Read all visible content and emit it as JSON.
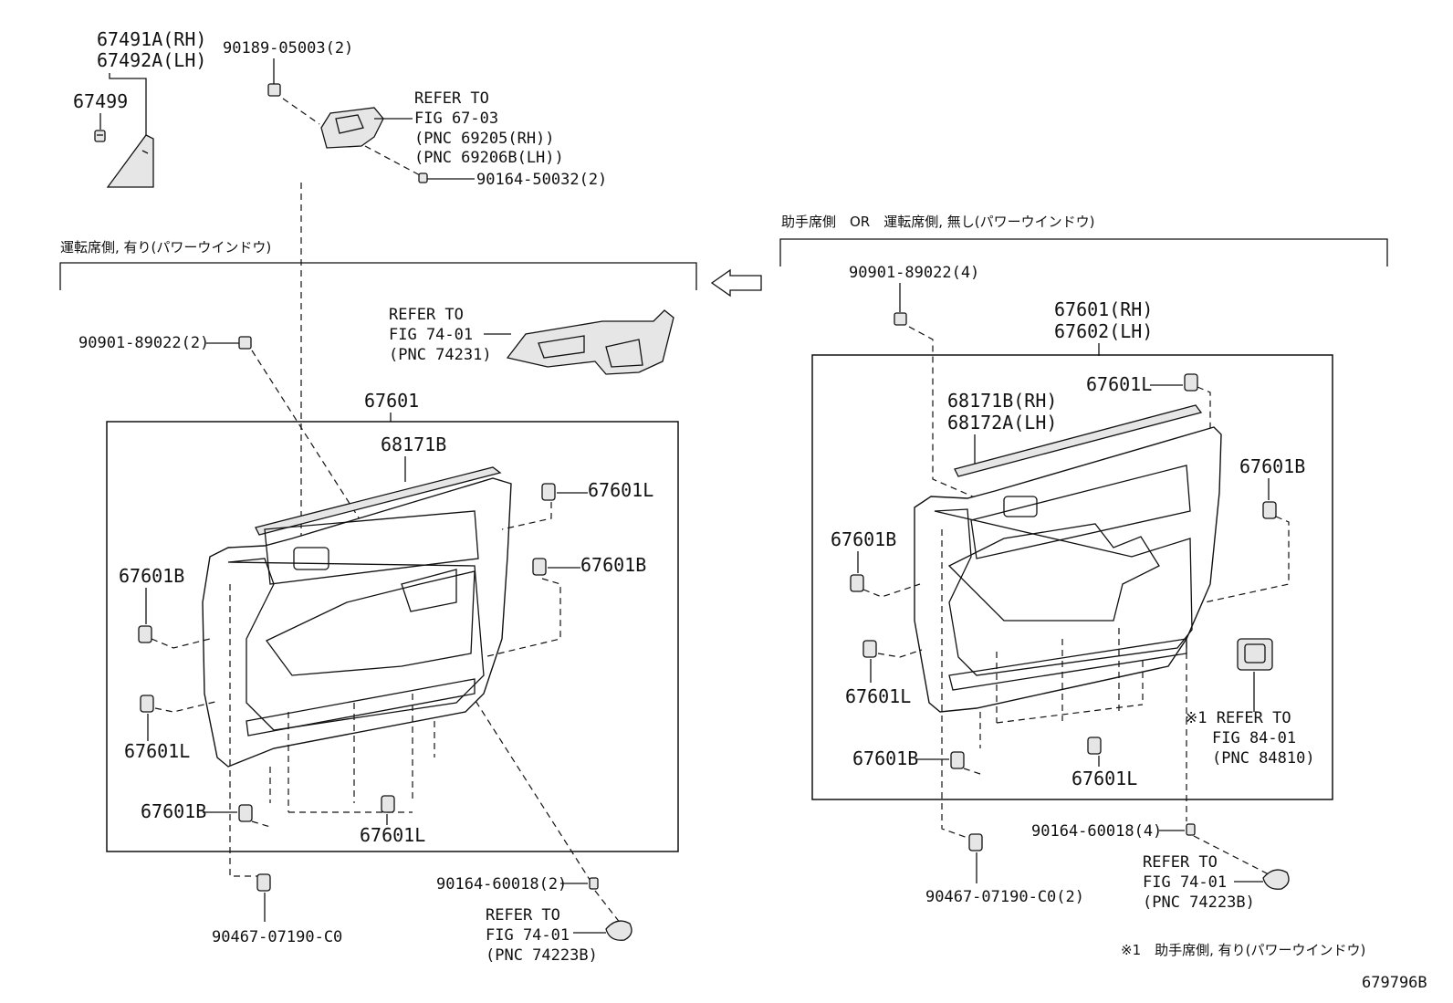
{
  "diagram_id": "679796B",
  "headings": {
    "left_bracket": "運転席側, 有り(パワーウインドウ)",
    "right_bracket": "助手席側　OR　運転席側, 無し(パワーウインドウ)",
    "footnote": "※1　助手席側, 有り(パワーウインドウ)"
  },
  "top_parts": {
    "p67491": "67491A(RH)",
    "p67492": "67492A(LH)",
    "p67499": "67499",
    "p90189": "90189-05003(2)",
    "p90164_50032": "90164-50032(2)",
    "refer_fig67": [
      "REFER TO",
      "FIG 67-03",
      "(PNC 69205(RH))",
      "(PNC 69206B(LH))"
    ]
  },
  "left_panel": {
    "clip_90901": "90901-89022(2)",
    "refer_fig74_01a": [
      "REFER TO",
      "FIG 74-01",
      "(PNC 74231)"
    ],
    "p67601": "67601",
    "p68171b": "68171B",
    "l67601l_a": "67601L",
    "l67601b_a": "67601B",
    "l67601b_b": "67601B",
    "l67601l_b": "67601L",
    "l67601b_c": "67601B",
    "l67601l_c": "67601L",
    "p90467": "90467-07190-C0",
    "p90164_60018": "90164-60018(2)",
    "refer_fig74_01b": [
      "REFER TO",
      "FIG 74-01",
      "(PNC 74223B)"
    ]
  },
  "right_panel": {
    "clip_90901": "90901-89022(4)",
    "p67601rh": "67601(RH)",
    "p67602lh": "67602(LH)",
    "p68171brh": "68171B(RH)",
    "p68172alh": "68172A(LH)",
    "r67601l_a": "67601L",
    "r67601b_a": "67601B",
    "r67601b_b": "67601B",
    "r67601l_b": "67601L",
    "r67601b_c": "67601B",
    "r67601l_c": "67601L",
    "refer_fig84": [
      "※1 REFER TO",
      "FIG 84-01",
      "(PNC 84810)"
    ],
    "p90164_60018": "90164-60018(4)",
    "p90467": "90467-07190-C0(2)",
    "refer_fig74_01c": [
      "REFER TO",
      "FIG 74-01",
      "(PNC 74223B)"
    ]
  }
}
